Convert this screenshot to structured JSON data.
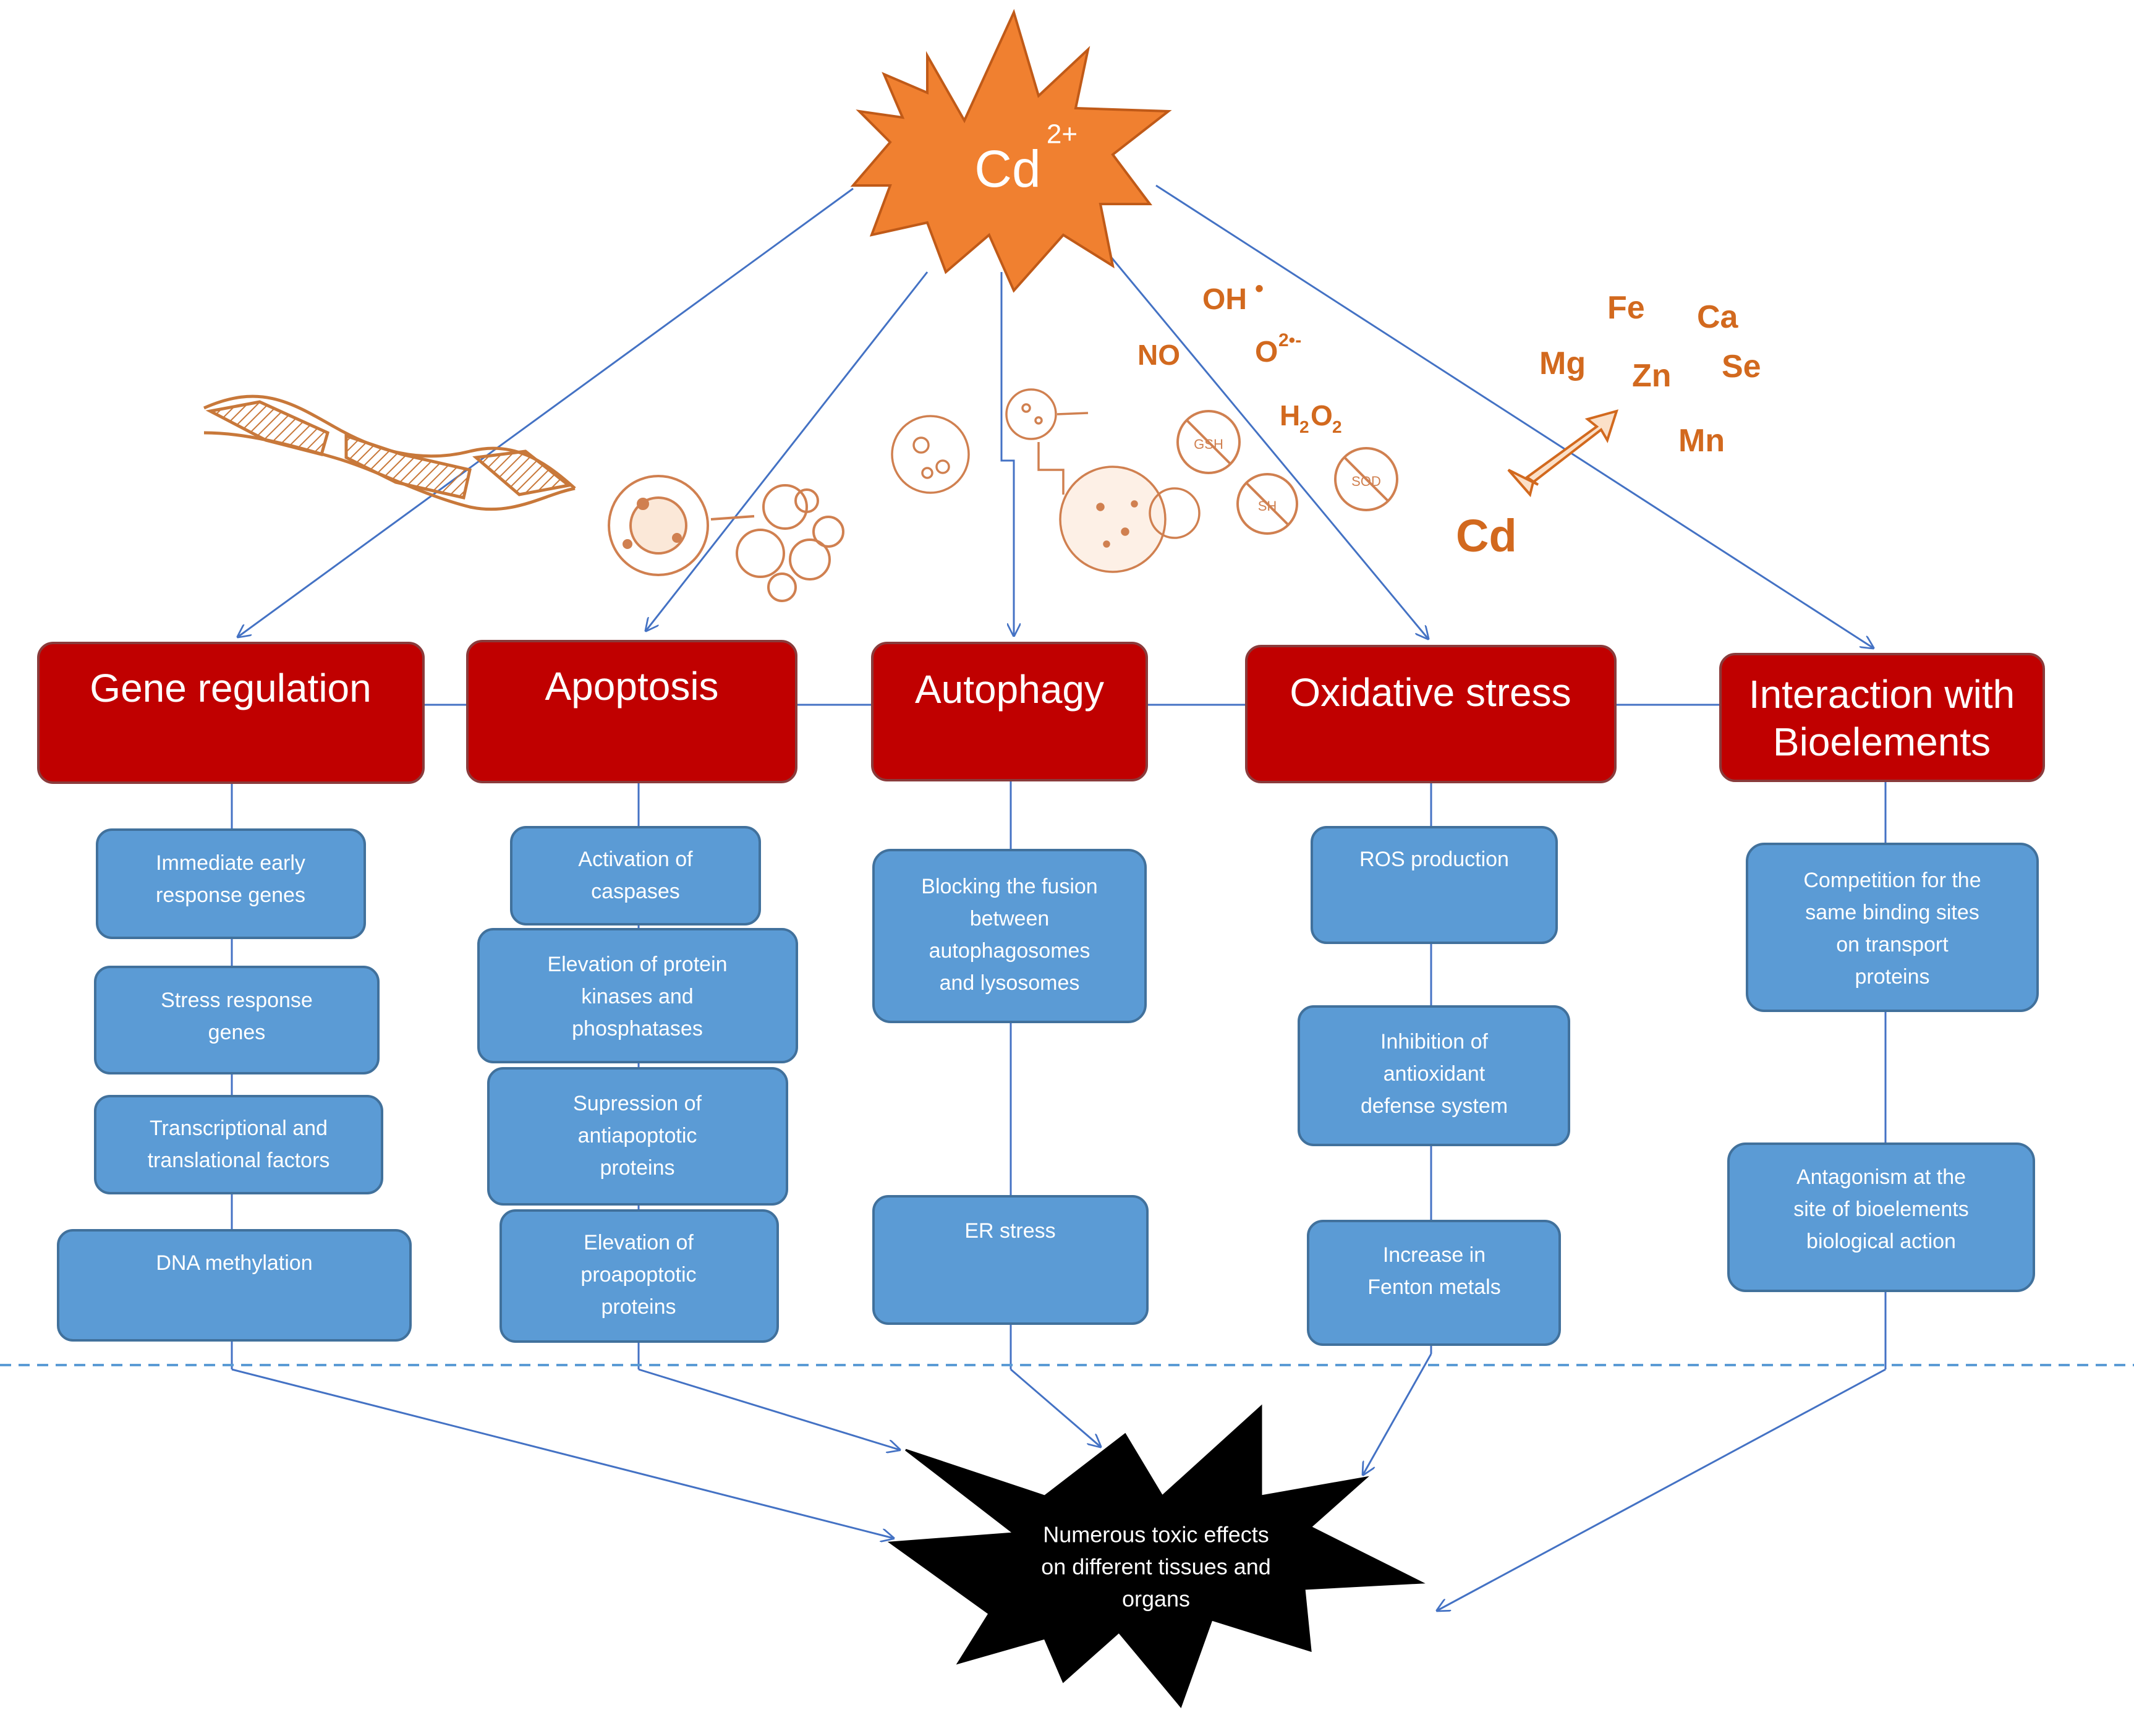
{
  "colors": {
    "header_fill": "#c00000",
    "header_border": "#8a3b3b",
    "box_fill": "#5b9bd5",
    "box_border": "#41719c",
    "connector": "#4472c4",
    "burst_fill": "#f08030",
    "outcome_fill": "#000000",
    "accent_orange": "#d2691e"
  },
  "source": {
    "label": "Cd",
    "superscript": "2+"
  },
  "species": {
    "oh": "OH",
    "oh_dot": "•",
    "no": "NO",
    "o2": "O",
    "o2_sup": "2•-",
    "h2o2_h": "H",
    "h2o2_2a": "2",
    "h2o2_o": "O",
    "h2o2_2b": "2"
  },
  "bioelements": {
    "fe": "Fe",
    "ca": "Ca",
    "mg": "Mg",
    "zn": "Zn",
    "se": "Se",
    "mn": "Mn",
    "cd": "Cd"
  },
  "antioxidant_icons": [
    "GSH",
    "SOD",
    "SH"
  ],
  "illustrations": {
    "dna": "dna-helix-icon",
    "apoptosis": "apoptotic-cell-icon",
    "autophagy": "autophagy-cell-icon",
    "exchange": "double-arrow-icon"
  },
  "columns": [
    {
      "title": "Gene regulation",
      "boxes": [
        [
          "Immediate early",
          "response genes"
        ],
        [
          "Stress response",
          "genes"
        ],
        [
          "Transcriptional and",
          "translational factors"
        ],
        [
          "DNA methylation"
        ]
      ]
    },
    {
      "title": "Apoptosis",
      "boxes": [
        [
          "Activation of",
          "caspases"
        ],
        [
          "Elevation of protein",
          "kinases and",
          "phosphatases"
        ],
        [
          "Supression  of",
          "antiapoptotic",
          "proteins"
        ],
        [
          "Elevation of",
          "proapoptotic",
          "proteins"
        ]
      ]
    },
    {
      "title": "Autophagy",
      "boxes": [
        [
          "Blocking the fusion",
          "between",
          "autophagosomes",
          "and lysosomes"
        ],
        [
          "ER stress"
        ]
      ]
    },
    {
      "title": "Oxidative stress",
      "boxes": [
        [
          "ROS production"
        ],
        [
          "Inhibition of",
          "antioxidant",
          "defense system"
        ],
        [
          "Increase in",
          "Fenton metals"
        ]
      ]
    },
    {
      "title_lines": [
        "Interaction with",
        "Bioelements"
      ],
      "boxes": [
        [
          "Competition for the",
          "same binding sites",
          "on transport",
          "proteins"
        ],
        [
          "Antagonism at the",
          "site of bioelements",
          "biological action"
        ]
      ]
    }
  ],
  "outcome": {
    "lines": [
      "Numerous toxic effects",
      "on different tissues and",
      "organs"
    ]
  }
}
